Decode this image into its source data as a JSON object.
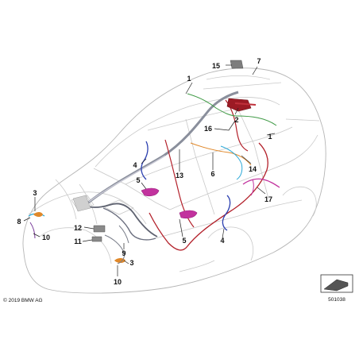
{
  "diagram": {
    "callouts": [
      {
        "id": "c1a",
        "label": "1"
      },
      {
        "id": "c1b",
        "label": "1"
      },
      {
        "id": "c2",
        "label": "2"
      },
      {
        "id": "c3a",
        "label": "3"
      },
      {
        "id": "c3b",
        "label": "3"
      },
      {
        "id": "c4a",
        "label": "4"
      },
      {
        "id": "c4b",
        "label": "4"
      },
      {
        "id": "c5a",
        "label": "5"
      },
      {
        "id": "c5b",
        "label": "5"
      },
      {
        "id": "c6",
        "label": "6"
      },
      {
        "id": "c7",
        "label": "7"
      },
      {
        "id": "c8",
        "label": "8"
      },
      {
        "id": "c9",
        "label": "9"
      },
      {
        "id": "c10a",
        "label": "10"
      },
      {
        "id": "c10b",
        "label": "10"
      },
      {
        "id": "c11",
        "label": "11"
      },
      {
        "id": "c12",
        "label": "12"
      },
      {
        "id": "c13",
        "label": "13"
      },
      {
        "id": "c14",
        "label": "14"
      },
      {
        "id": "c15",
        "label": "15"
      },
      {
        "id": "c16",
        "label": "16"
      },
      {
        "id": "c17",
        "label": "17"
      }
    ],
    "copyright": "© 2019 BMW AG",
    "part_number": "501038"
  },
  "colors": {
    "outline": "#c9c9c9",
    "harness_red": "#b3202a",
    "harness_magenta": "#c2329e",
    "harness_blue": "#2b3fb0",
    "harness_gray": "#8a8f9c",
    "harness_orange": "#e0882a",
    "harness_cyan": "#2ba9d8",
    "harness_green": "#3f9a45",
    "harness_purple": "#7a3c9a"
  }
}
